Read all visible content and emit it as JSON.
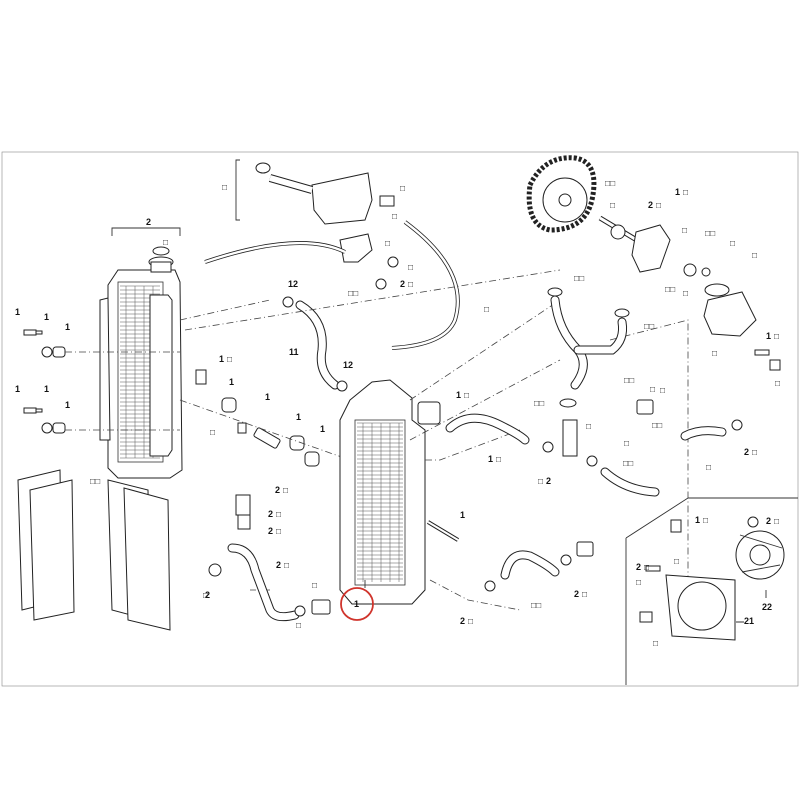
{
  "labels": {
    "radiator_left": "2",
    "radiator_right": "1",
    "clamp_12a": "12",
    "clamp_12b": "12",
    "hose_11": "11",
    "gasket_21": "21",
    "pump_22": "22",
    "qty_1": "1",
    "qty_2": "2",
    "sq": "□",
    "sq2": "□□"
  },
  "highlight": {
    "label": "1",
    "color": "#d0342c"
  },
  "colors": {
    "line": "#222222",
    "background": "#ffffff"
  }
}
